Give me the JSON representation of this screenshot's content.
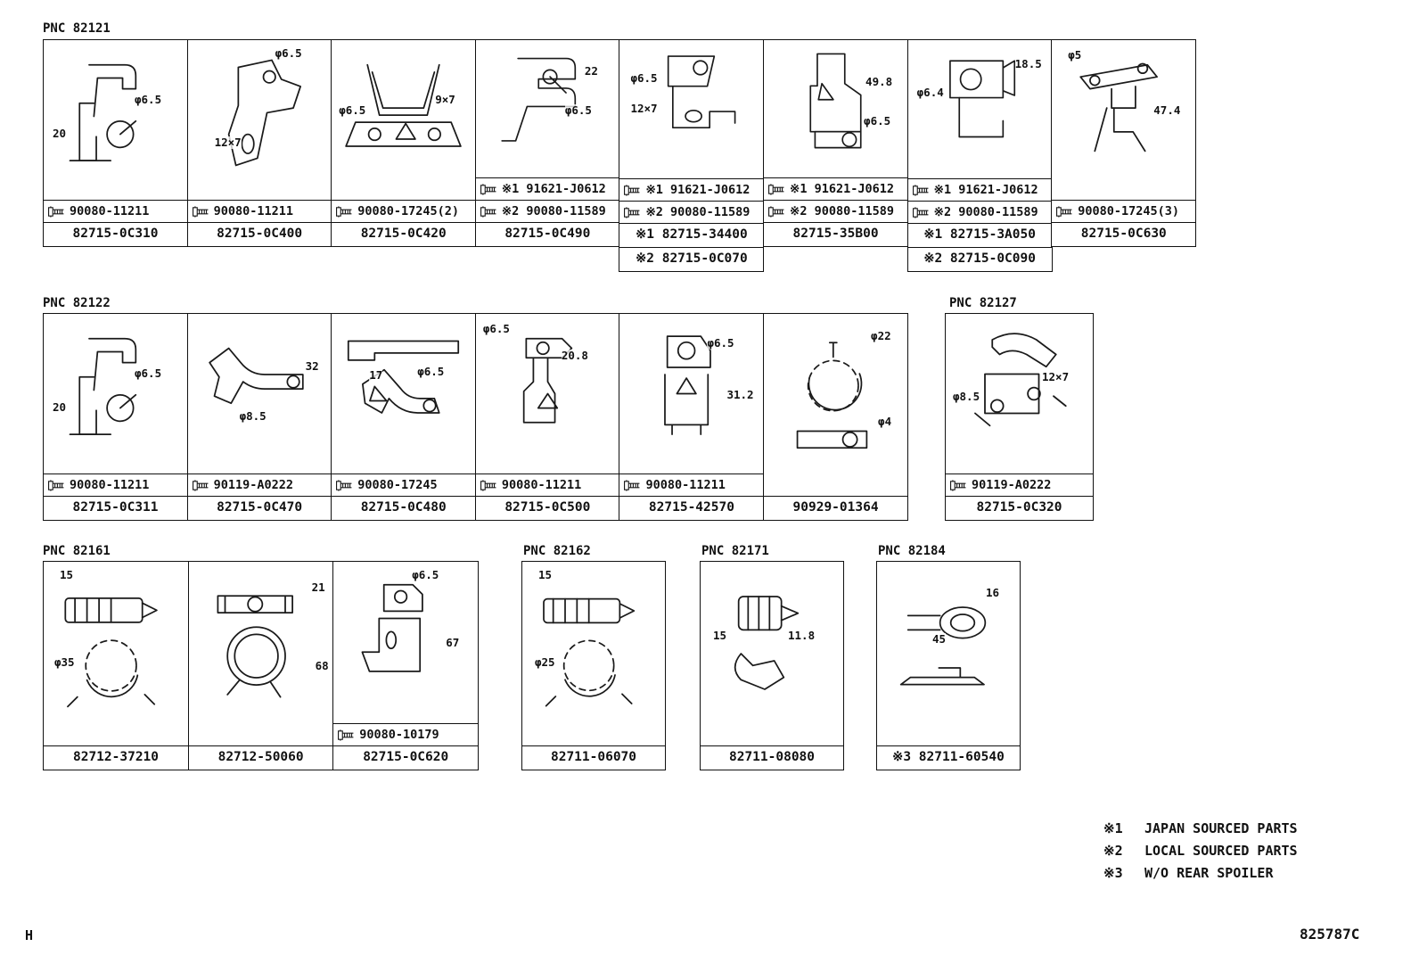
{
  "page": {
    "corner_letter": "H",
    "page_code": "825787C"
  },
  "legend": {
    "items": [
      {
        "sym": "※1",
        "text": "JAPAN SOURCED PARTS"
      },
      {
        "sym": "※2",
        "text": "LOCAL SOURCED PARTS"
      },
      {
        "sym": "※3",
        "text": "W/O REAR SPOILER"
      }
    ]
  },
  "groups": {
    "g82121": {
      "pnc": "PNC 82121",
      "cells": [
        {
          "dims": [
            "20",
            "φ6.5"
          ],
          "fasteners": [
            "90080-11211"
          ],
          "parts": [
            "82715-0C310"
          ]
        },
        {
          "dims": [
            "φ6.5",
            "12×7"
          ],
          "fasteners": [
            "90080-11211"
          ],
          "parts": [
            "82715-0C400"
          ]
        },
        {
          "dims": [
            "φ6.5",
            "9×7"
          ],
          "fasteners": [
            "90080-17245(2)"
          ],
          "parts": [
            "82715-0C420"
          ]
        },
        {
          "dims": [
            "22",
            "φ6.5"
          ],
          "fasteners": [
            "※1 91621-J0612",
            "※2 90080-11589"
          ],
          "parts": [
            "82715-0C490"
          ]
        },
        {
          "dims": [
            "φ6.5",
            "12×7"
          ],
          "fasteners": [
            "※1 91621-J0612",
            "※2 90080-11589"
          ],
          "parts": [
            "※1 82715-34400",
            "※2 82715-0C070"
          ]
        },
        {
          "dims": [
            "49.8",
            "φ6.5"
          ],
          "fasteners": [
            "※1 91621-J0612",
            "※2 90080-11589"
          ],
          "parts": [
            "82715-35B00"
          ]
        },
        {
          "dims": [
            "φ6.4",
            "18.5"
          ],
          "fasteners": [
            "※1 91621-J0612",
            "※2 90080-11589"
          ],
          "parts": [
            "※1 82715-3A050",
            "※2 82715-0C090"
          ]
        },
        {
          "dims": [
            "φ5",
            "47.4"
          ],
          "fasteners": [
            "90080-17245(3)"
          ],
          "parts": [
            "82715-0C630"
          ]
        }
      ]
    },
    "g82122": {
      "pnc": "PNC 82122",
      "cells": [
        {
          "dims": [
            "20",
            "φ6.5"
          ],
          "fasteners": [
            "90080-11211"
          ],
          "parts": [
            "82715-0C311"
          ]
        },
        {
          "dims": [
            "32",
            "φ8.5"
          ],
          "fasteners": [
            "90119-A0222"
          ],
          "parts": [
            "82715-0C470"
          ]
        },
        {
          "dims": [
            "17",
            "φ6.5"
          ],
          "fasteners": [
            "90080-17245"
          ],
          "parts": [
            "82715-0C480"
          ]
        },
        {
          "dims": [
            "φ6.5",
            "20.8"
          ],
          "fasteners": [
            "90080-11211"
          ],
          "parts": [
            "82715-0C500"
          ]
        },
        {
          "dims": [
            "φ6.5",
            "31.2"
          ],
          "fasteners": [
            "90080-11211"
          ],
          "parts": [
            "82715-42570"
          ]
        },
        {
          "dims": [
            "φ22",
            "φ4"
          ],
          "fasteners": [],
          "parts": [
            "90929-01364"
          ]
        }
      ]
    },
    "g82127": {
      "pnc": "PNC 82127",
      "cells": [
        {
          "dims": [
            "φ8.5",
            "12×7"
          ],
          "fasteners": [
            "90119-A0222"
          ],
          "parts": [
            "82715-0C320"
          ]
        }
      ]
    },
    "g82161": {
      "pnc": "PNC 82161",
      "cells": [
        {
          "dims": [
            "15",
            "φ35"
          ],
          "fasteners": [],
          "parts": [
            "82712-37210"
          ]
        },
        {
          "dims": [
            "21",
            "68"
          ],
          "fasteners": [],
          "parts": [
            "82712-50060"
          ]
        },
        {
          "dims": [
            "φ6.5",
            "67"
          ],
          "fasteners": [
            "90080-10179"
          ],
          "parts": [
            "82715-0C620"
          ]
        }
      ]
    },
    "g82162": {
      "pnc": "PNC 82162",
      "cells": [
        {
          "dims": [
            "15",
            "φ25"
          ],
          "fasteners": [],
          "parts": [
            "82711-06070"
          ]
        }
      ]
    },
    "g82171": {
      "pnc": "PNC 82171",
      "cells": [
        {
          "dims": [
            "15",
            "11.8"
          ],
          "fasteners": [],
          "parts": [
            "82711-08080"
          ]
        }
      ]
    },
    "g82184": {
      "pnc": "PNC 82184",
      "cells": [
        {
          "dims": [
            "16",
            "45"
          ],
          "fasteners": [],
          "parts": [
            "※3 82711-60540"
          ]
        }
      ]
    }
  }
}
